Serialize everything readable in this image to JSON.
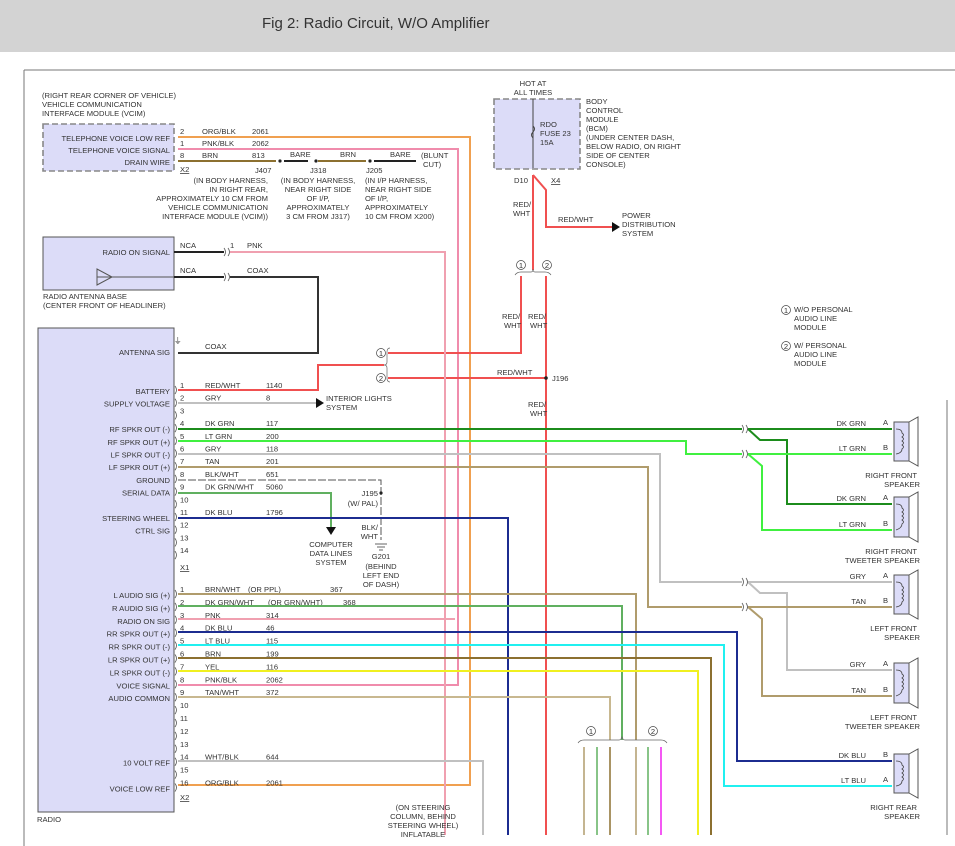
{
  "header": {
    "title": "Fig 2: Radio Circuit, W/O Amplifier"
  },
  "colors": {
    "org_blk": "#f0a050",
    "pnk": "#f0a0b0",
    "pnk_blk": "#f08cac",
    "red_wht": "#f05050",
    "dk_grn": "#1c8c1c",
    "lt_grn": "#40f040",
    "gry": "#c0c0c0",
    "tan": "#b09c6c",
    "brn": "#8c7030",
    "dk_blu": "#1c2c90",
    "lt_blu": "#20f0f0",
    "yel": "#f0f020",
    "dk_grn_wht": "#60b060",
    "magenta": "#f020f0",
    "black": "#222222",
    "module_fill": "#dcdcf8"
  },
  "vcim": {
    "location": "(RIGHT REAR CORNER OF VEHICLE)",
    "name1": "VEHICLE COMMUNICATION",
    "name2": "INTERFACE MODULE (VCIM)",
    "pins": [
      {
        "label": "TELEPHONE VOICE LOW REF",
        "pin": "2",
        "color": "ORG/BLK",
        "circuit": "2061"
      },
      {
        "label": "TELEPHONE VOICE SIGNAL",
        "pin": "1",
        "color": "PNK/BLK",
        "circuit": "2062"
      },
      {
        "label": "DRAIN WIRE",
        "pin": "8",
        "color": "BRN",
        "circuit": "813"
      }
    ],
    "connector": "X2"
  },
  "splices": {
    "j407": {
      "id": "J407",
      "desc": [
        "(IN BODY HARNESS,",
        "IN RIGHT REAR,",
        "APPROXIMATELY 10 CM FROM",
        "VEHICLE COMMUNICATION",
        "INTERFACE MODULE (VCIM))"
      ]
    },
    "j318": {
      "id": "J318",
      "desc": [
        "(IN BODY HARNESS,",
        "NEAR RIGHT SIDE",
        "OF I/P,",
        "APPROXIMATELY",
        "3 CM FROM J317)"
      ]
    },
    "j205": {
      "id": "J205",
      "desc": [
        "(IN I/P HARNESS,",
        "NEAR RIGHT SIDE",
        "OF I/P,",
        "APPROXIMATELY",
        "10 CM FROM X200)"
      ]
    },
    "bare1": "BARE",
    "brn": "BRN",
    "bare2": "BARE",
    "blunt1": "(BLUNT",
    "blunt2": "CUT)"
  },
  "bcm": {
    "hot1": "HOT AT",
    "hot2": "ALL TIMES",
    "fuse": [
      "RDO",
      "FUSE 23",
      "15A"
    ],
    "desc": [
      "BODY",
      "CONTROL",
      "MODULE",
      "(BCM)",
      "(UNDER CENTER DASH,",
      "BELOW RADIO, ON RIGHT",
      "SIDE OF CENTER",
      "CONSOLE)"
    ],
    "pin": "D10",
    "connector": "X4",
    "wire1": "RED/",
    "wire2": "WHT",
    "branch_wire": "RED/WHT",
    "power": [
      "POWER",
      "DISTRIBUTION",
      "SYSTEM"
    ]
  },
  "options": {
    "opt1": "1",
    "opt2": "2",
    "legend1": [
      "W/O PERSONAL",
      "AUDIO LINE",
      "MODULE"
    ],
    "legend2": [
      "W/ PERSONAL",
      "AUDIO LINE",
      "MODULE"
    ],
    "red1": "RED/",
    "wht1": "WHT",
    "red2": "RED/",
    "wht2": "WHT",
    "redwht": "RED/WHT",
    "j196": "J196",
    "red3": "RED/",
    "wht3": "WHT"
  },
  "antenna": {
    "radio_on_signal": "RADIO ON SIGNAL",
    "nca1": "NCA",
    "pin1": "1",
    "pnk": "PNK",
    "nca2": "NCA",
    "coax": "COAX",
    "name1": "RADIO ANTENNA BASE",
    "name2": "(CENTER FRONT OF HEADLINER)"
  },
  "radio": {
    "name": "RADIO",
    "antenna_sig": "ANTENNA SIG",
    "coax": "COAX",
    "x1": [
      {
        "pin": "1",
        "label": "BATTERY",
        "color": "RED/WHT",
        "circuit": "1140"
      },
      {
        "pin": "2",
        "label": "SUPPLY VOLTAGE",
        "color": "GRY",
        "circuit": "8"
      },
      {
        "pin": "3",
        "label": "",
        "color": "",
        "circuit": ""
      },
      {
        "pin": "4",
        "label": "RF SPKR OUT (-)",
        "color": "DK GRN",
        "circuit": "117"
      },
      {
        "pin": "5",
        "label": "RF SPKR OUT (+)",
        "color": "LT GRN",
        "circuit": "200"
      },
      {
        "pin": "6",
        "label": "LF SPKR OUT (-)",
        "color": "GRY",
        "circuit": "118"
      },
      {
        "pin": "7",
        "label": "LF SPKR OUT (+)",
        "color": "TAN",
        "circuit": "201"
      },
      {
        "pin": "8",
        "label": "GROUND",
        "color": "BLK/WHT",
        "circuit": "651"
      },
      {
        "pin": "9",
        "label": "SERIAL DATA",
        "color": "DK GRN/WHT",
        "circuit": "5060"
      },
      {
        "pin": "10",
        "label": "",
        "color": "",
        "circuit": ""
      },
      {
        "pin": "11",
        "label": "STEERING WHEEL",
        "color": "DK BLU",
        "circuit": "1796"
      },
      {
        "pin": "12",
        "label": "CTRL SIG",
        "color": "",
        "circuit": ""
      },
      {
        "pin": "13",
        "label": "",
        "color": "",
        "circuit": ""
      },
      {
        "pin": "14",
        "label": "",
        "color": "",
        "circuit": ""
      }
    ],
    "x1_name": "X1",
    "x2": [
      {
        "pin": "1",
        "label": "L AUDIO SIG (+)",
        "color": "BRN/WHT",
        "alt": "(OR PPL)",
        "circuit": "367"
      },
      {
        "pin": "2",
        "label": "R AUDIO SIG (+)",
        "color": "DK GRN/WHT",
        "alt": "(OR GRN/WHT)",
        "circuit": "368"
      },
      {
        "pin": "3",
        "label": "RADIO ON SIG",
        "color": "PNK",
        "alt": "",
        "circuit": "314"
      },
      {
        "pin": "4",
        "label": "RR SPKR OUT (+)",
        "color": "DK BLU",
        "alt": "",
        "circuit": "46"
      },
      {
        "pin": "5",
        "label": "RR SPKR OUT (-)",
        "color": "LT BLU",
        "alt": "",
        "circuit": "115"
      },
      {
        "pin": "6",
        "label": "LR SPKR OUT (+)",
        "color": "BRN",
        "alt": "",
        "circuit": "199"
      },
      {
        "pin": "7",
        "label": "LR SPKR OUT (-)",
        "color": "YEL",
        "alt": "",
        "circuit": "116"
      },
      {
        "pin": "8",
        "label": "VOICE SIGNAL",
        "color": "PNK/BLK",
        "alt": "",
        "circuit": "2062"
      },
      {
        "pin": "9",
        "label": "AUDIO COMMON",
        "color": "TAN/WHT",
        "alt": "",
        "circuit": "372"
      },
      {
        "pin": "10",
        "label": "",
        "color": "",
        "alt": "",
        "circuit": ""
      },
      {
        "pin": "11",
        "label": "",
        "color": "",
        "alt": "",
        "circuit": ""
      },
      {
        "pin": "12",
        "label": "",
        "color": "",
        "alt": "",
        "circuit": ""
      },
      {
        "pin": "13",
        "label": "",
        "color": "",
        "alt": "",
        "circuit": ""
      },
      {
        "pin": "14",
        "label": "10 VOLT REF",
        "color": "WHT/BLK",
        "alt": "",
        "circuit": "644"
      },
      {
        "pin": "15",
        "label": "",
        "color": "",
        "alt": "",
        "circuit": ""
      },
      {
        "pin": "16",
        "label": "VOICE LOW REF",
        "color": "ORG/BLK",
        "alt": "",
        "circuit": "2061"
      }
    ],
    "x2_name": "X2"
  },
  "interior": [
    "INTERIOR LIGHTS",
    "SYSTEM"
  ],
  "computer": [
    "COMPUTER",
    "DATA LINES",
    "SYSTEM"
  ],
  "ground": {
    "j195": "J195",
    "wpal": "(W/ PAL)",
    "blk": "BLK/",
    "wht": "WHT",
    "g201": "G201",
    "desc": [
      "(BEHIND",
      "LEFT END",
      "OF DASH)"
    ]
  },
  "steering": [
    "(ON STEERING",
    "COLUMN, BEHIND",
    "STEERING WHEEL)",
    "INFLATABLE"
  ],
  "speakers": [
    {
      "name": [
        "RIGHT FRONT",
        "SPEAKER"
      ],
      "a": "DK GRN",
      "b": "LT GRN",
      "pa": "A",
      "pb": "B"
    },
    {
      "name": [
        "RIGHT FRONT",
        "TWEETER SPEAKER"
      ],
      "a": "DK GRN",
      "b": "LT GRN",
      "pa": "A",
      "pb": "B"
    },
    {
      "name": [
        "LEFT FRONT",
        "SPEAKER"
      ],
      "a": "GRY",
      "b": "TAN",
      "pa": "A",
      "pb": "B"
    },
    {
      "name": [
        "LEFT FRONT",
        "TWEETER SPEAKER"
      ],
      "a": "GRY",
      "b": "TAN",
      "pa": "A",
      "pb": "B"
    },
    {
      "name": [
        "RIGHT REAR",
        "SPEAKER"
      ],
      "a": "DK BLU",
      "b": "LT BLU",
      "pa": "B",
      "pb": "A"
    }
  ]
}
